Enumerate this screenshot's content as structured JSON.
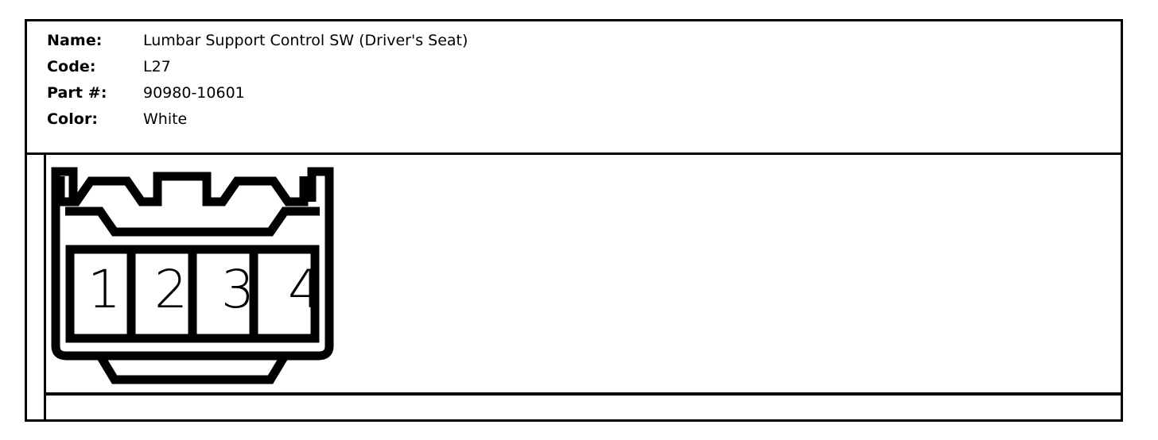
{
  "document": {
    "type": "connector-spec-sheet",
    "border_color": "#000000",
    "background_color": "#ffffff"
  },
  "spec": {
    "rows": [
      {
        "label": "Name:",
        "value": "Lumbar Support Control SW (Driver's Seat)"
      },
      {
        "label": "Code:",
        "value": "L27"
      },
      {
        "label": "Part #:",
        "value": "90980-10601"
      },
      {
        "label": "Color:",
        "value": "White"
      }
    ]
  },
  "connector": {
    "name": "connector-diagram",
    "style": "line-drawing",
    "view": "front",
    "pin_count": 4,
    "pins": [
      {
        "number": "1"
      },
      {
        "number": "2"
      },
      {
        "number": "3"
      },
      {
        "number": "4"
      }
    ],
    "latch_tabs": 3,
    "stroke_color": "#000000",
    "fill_color": "#ffffff"
  },
  "table": {
    "rows": [
      {
        "cells": []
      },
      {
        "cells": []
      }
    ]
  }
}
